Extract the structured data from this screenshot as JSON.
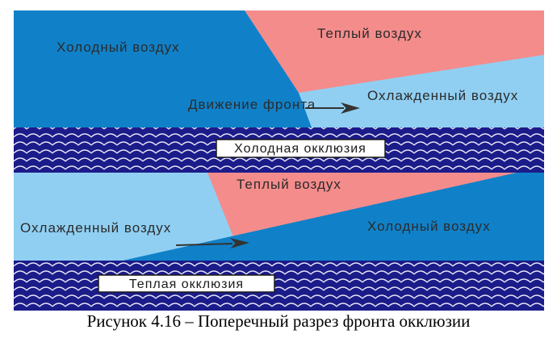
{
  "figure": {
    "caption": "Рисунок 4.16 – Поперечный разрез фронта окклюзии",
    "colors": {
      "cold_air": "#1081C8",
      "warm_air": "#F48C8C",
      "cooled_air": "#90CFF2",
      "occlusion_band": "#1B1B8A",
      "wave_line": "#E4E4F4"
    },
    "top_panel": {
      "cold_air_label": "Холодный воздух",
      "warm_air_label": "Теплый воздух",
      "cooled_air_label": "Охлажденный воздух",
      "front_motion_label": "Движение фронта",
      "band_label": "Холодная окклюзия"
    },
    "bottom_panel": {
      "warm_air_label": "Теплый воздух",
      "cooled_air_label": "Охлажденный воздух",
      "cold_air_label": "Холодный воздух",
      "band_label": "Теплая окклюзия"
    }
  }
}
